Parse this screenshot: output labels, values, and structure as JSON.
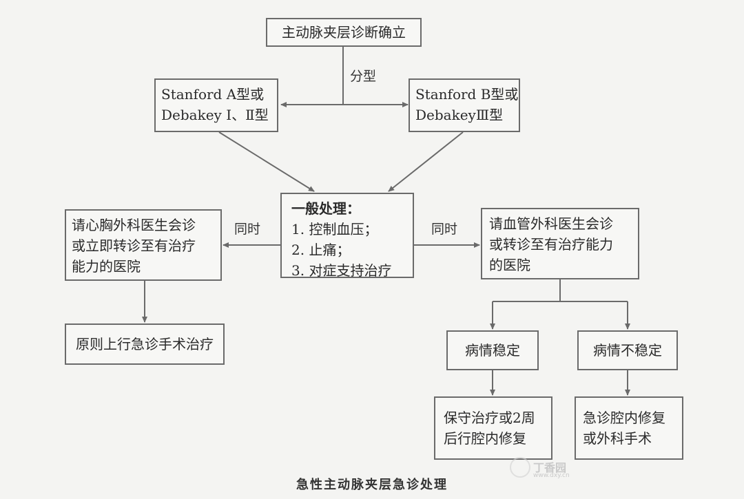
{
  "nodes": {
    "diagnosis": "主动脉夹层诊断确立",
    "type_a": [
      "Stanford A型或",
      "Debakey Ⅰ、Ⅱ型"
    ],
    "type_b": [
      "Stanford B型或",
      "DebakeyⅢ型"
    ],
    "general": {
      "title": "一般处理：",
      "items": [
        "1. 控制血压；",
        "2. 止痛；",
        "3. 对症支持治疗"
      ]
    },
    "left_consult": [
      "请心胸外科医生会诊",
      "或立即转诊至有治疗",
      "能力的医院"
    ],
    "left_surgery": "原则上行急诊手术治疗",
    "right_consult": [
      "请血管外科医生会诊",
      "或转诊至有治疗能力",
      "的医院"
    ],
    "stable": "病情稳定",
    "unstable": "病情不稳定",
    "stable_treat": [
      "保守治疗或2周",
      "后行腔内修复"
    ],
    "unstable_treat": [
      "急诊腔内修复",
      "或外科手术"
    ]
  },
  "labels": {
    "classify": "分型",
    "simultaneous_left": "同时",
    "simultaneous_right": "同时"
  },
  "caption": "急性主动脉夹层急诊处理",
  "watermark": {
    "text": "丁香园",
    "sub": "www.dxy.cn"
  },
  "colors": {
    "background": "#f4f4f2",
    "line": "#6a6a6a",
    "text": "#2a2a2a"
  }
}
